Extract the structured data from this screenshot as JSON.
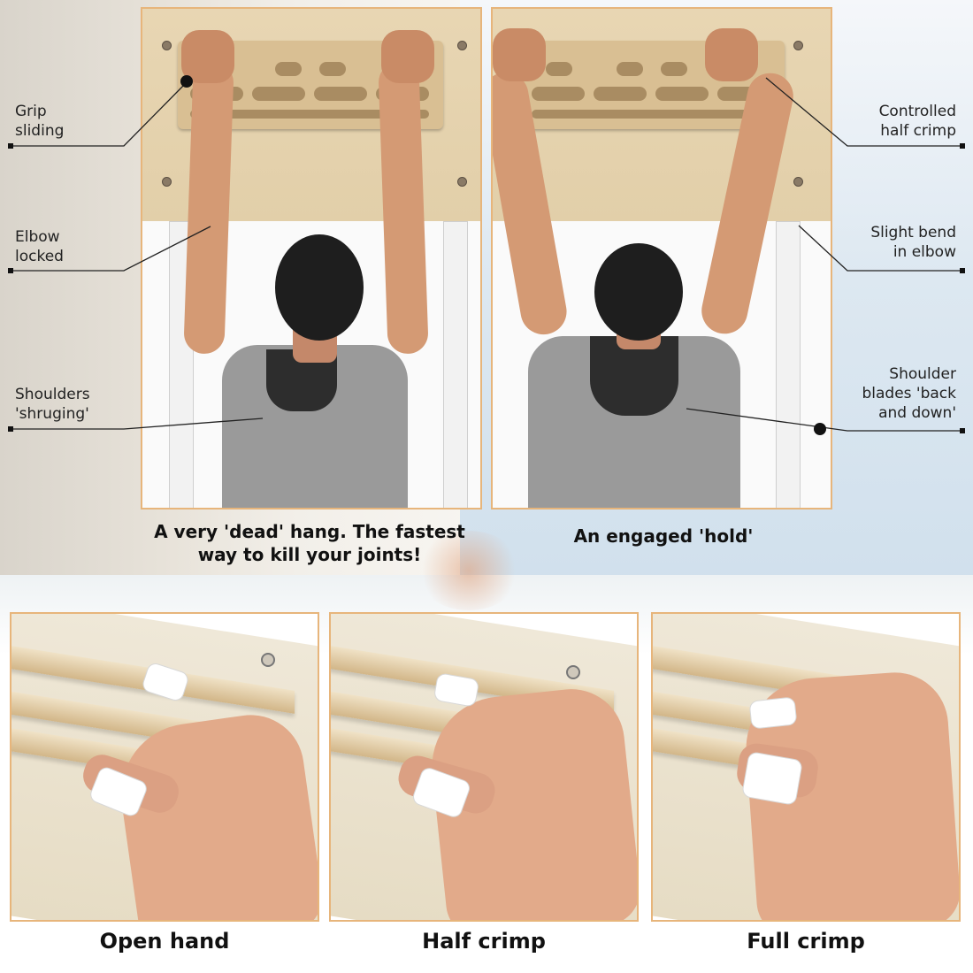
{
  "top_panels": {
    "dead_hang": {
      "caption_line1": "A very 'dead' hang. The fastest",
      "caption_line2": "way to kill your joints!"
    },
    "engaged_hold": {
      "caption": "An engaged 'hold'"
    }
  },
  "annotations": {
    "left": [
      {
        "line1": "Grip",
        "line2": "sliding"
      },
      {
        "line1": "Elbow",
        "line2": "locked"
      },
      {
        "line1": "Shoulders",
        "line2": "'shruging'"
      }
    ],
    "right": [
      {
        "line1": "Controlled",
        "line2": "half crimp"
      },
      {
        "line1": "Slight bend",
        "line2": "in elbow"
      },
      {
        "line1": "Shoulder",
        "line2": "blades 'back",
        "line3": "and down'"
      }
    ]
  },
  "grips": [
    {
      "label": "Open hand"
    },
    {
      "label": "Half crimp"
    },
    {
      "label": "Full crimp"
    }
  ],
  "colors": {
    "panel_border": "#e7b57b",
    "board": "#e2cfa9",
    "skin": "#d49a74",
    "shirt": "#9a9a9a"
  }
}
